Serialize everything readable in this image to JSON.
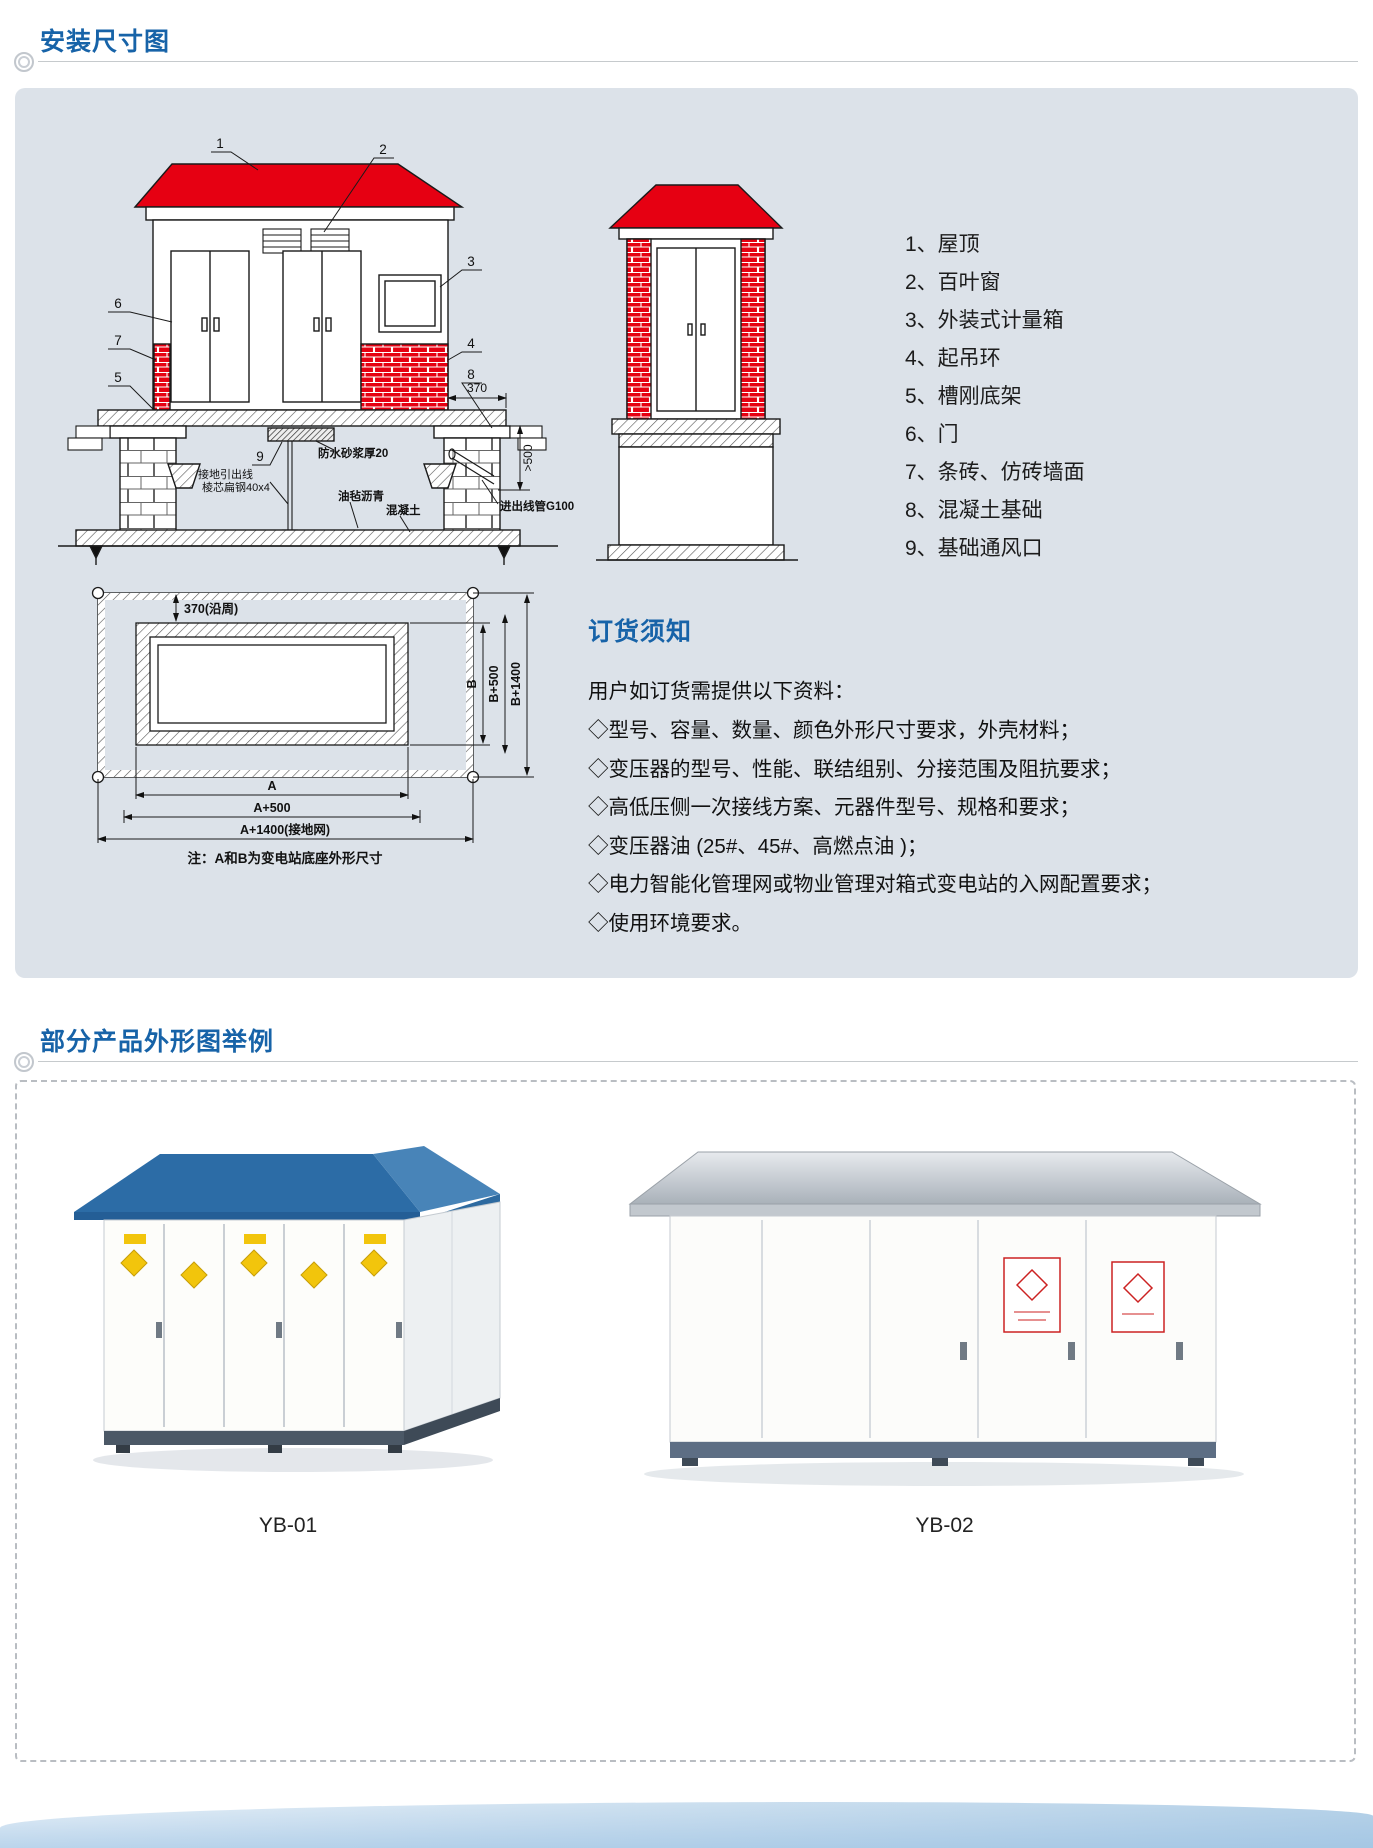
{
  "sections": {
    "install": {
      "title": "安装尺寸图"
    },
    "products": {
      "title": "部分产品外形图举例"
    }
  },
  "legend": {
    "items": [
      "1、屋顶",
      "2、百叶窗",
      "3、外装式计量箱",
      "4、起吊环",
      "5、槽刚底架",
      "6、门",
      "7、条砖、仿砖墙面",
      "8、混凝土基础",
      "9、基础通风口"
    ]
  },
  "ordering": {
    "title": "订货须知",
    "intro": "用户如订货需提供以下资料：",
    "items": [
      "◇型号、容量、数量、颜色外形尺寸要求，外壳材料；",
      "◇变压器的型号、性能、联结组别、分接范围及阻抗要求；",
      "◇高低压侧一次接线方案、元器件型号、规格和要求；",
      "◇变压器油 (25#、45#、高燃点油 )；",
      "◇电力智能化管理网或物业管理对箱式变电站的入网配置要求；",
      "◇使用环境要求。"
    ]
  },
  "front_drawing": {
    "callouts": [
      "1",
      "2",
      "3",
      "4",
      "5",
      "6",
      "7",
      "8",
      "9"
    ],
    "label_waterproof": "防水砂浆厚20",
    "label_ground_lead_line1": "接地引出线",
    "label_ground_lead_line2": "棱芯扁钢40x4",
    "label_asphalt_felt": "油毡沥青",
    "label_concrete": "混凝土",
    "label_conduit": "进出线管G100",
    "dim_370": "370",
    "dim_gt500": ">500"
  },
  "plan_drawing": {
    "dim_370_perimeter": "370(沿周)",
    "dim_a": "A",
    "dim_a500": "A+500",
    "dim_a1400": "A+1400(接地网)",
    "dim_b": "B",
    "dim_b500": "B+500",
    "dim_b1400": "B+1400",
    "note": "注：A和B为变电站底座外形尺寸"
  },
  "products": {
    "left_label": "YB-01",
    "right_label": "YB-02"
  },
  "colors": {
    "accent_blue": "#1763a8",
    "drawing_red": "#e60012",
    "panel_bg": "#dce2e9"
  }
}
